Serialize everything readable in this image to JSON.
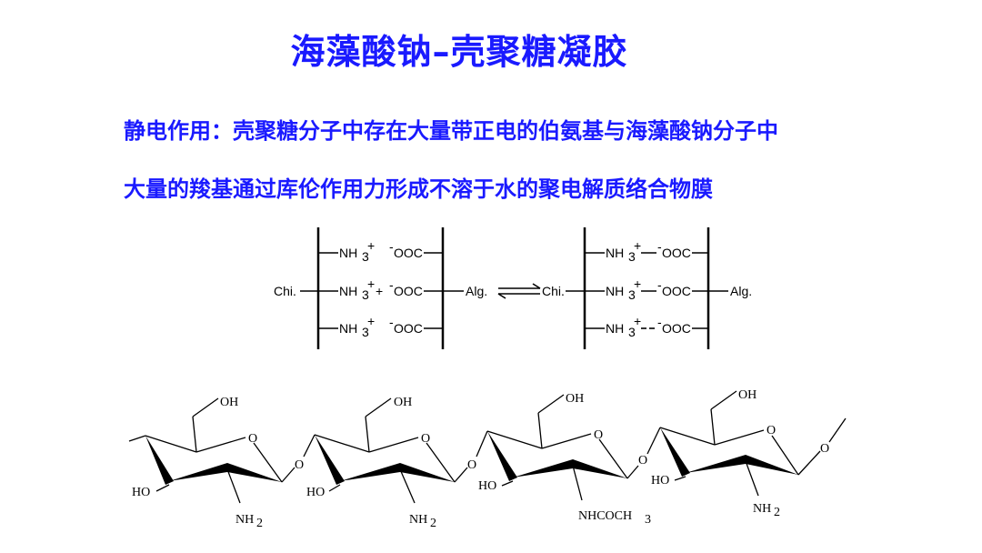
{
  "title": "海藻酸钠–壳聚糖凝胶",
  "paragraph": {
    "line1": "静电作用：壳聚糖分子中存在大量带正电的伯氨基与海藻酸钠分子中",
    "line2": "大量的羧基通过库伦作用力形成不溶于水的聚电解质络合物膜"
  },
  "reaction": {
    "chi": "Chi.",
    "alg": "Alg.",
    "nh3": "NH",
    "ooc": "OOC",
    "plus_sign": "+"
  },
  "chitosan": {
    "oh": "OH",
    "ho": "HO",
    "o": "O",
    "nh2": "NH",
    "nhcoch3": "NHCOCH",
    "sub2": "2",
    "sub3": "3"
  }
}
